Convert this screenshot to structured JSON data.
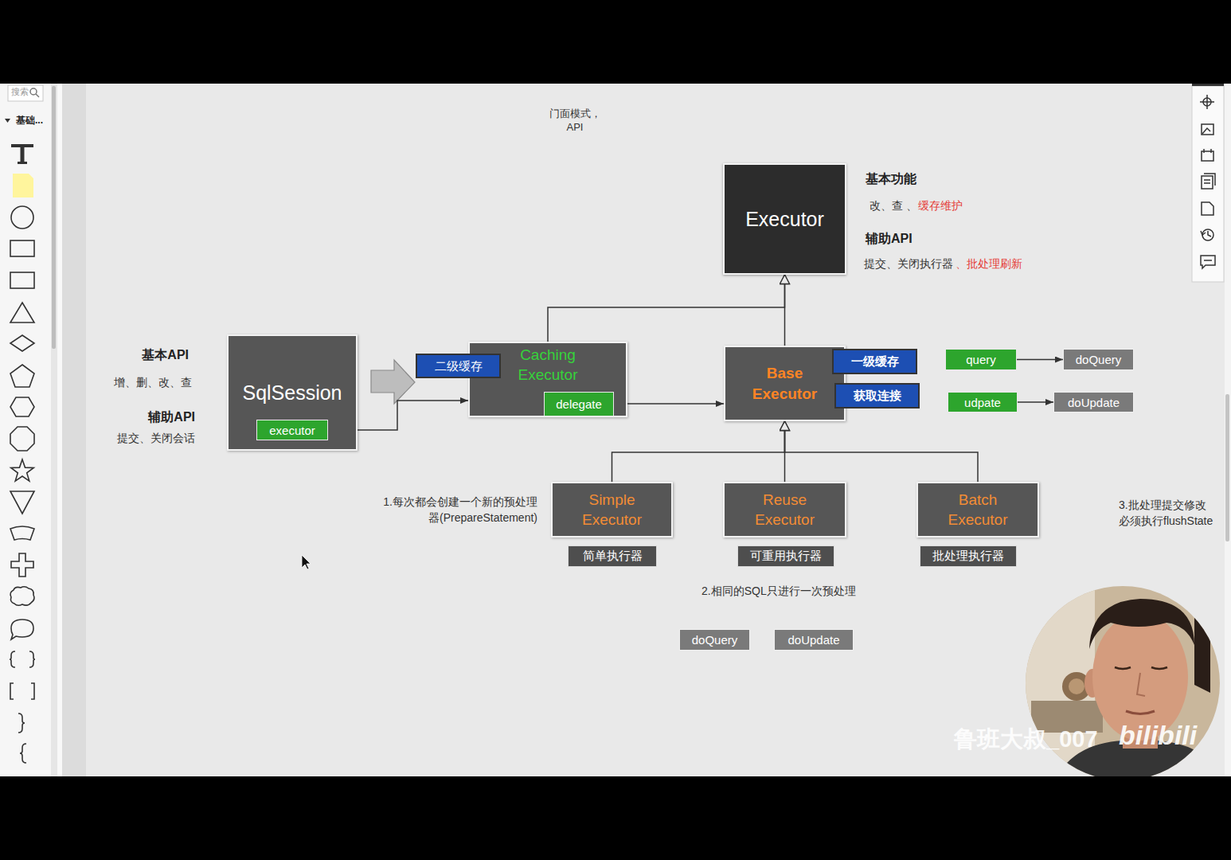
{
  "diagram": {
    "nodes": [
      {
        "text": [
          "Executor"
        ]
      },
      {
        "text": [
          "SqlSession"
        ]
      },
      {
        "text": [
          "executor"
        ],
        "in": 1
      },
      {
        "text": [
          "Caching Executor"
        ]
      },
      {
        "text": [
          "二级缓存"
        ],
        "in": 3
      },
      {
        "text": [
          "delegate"
        ],
        "in": 3
      },
      {
        "text": [
          "Base Executor"
        ]
      },
      {
        "text": [
          "一级缓存"
        ],
        "in": 6
      },
      {
        "text": [
          "获取连接"
        ],
        "in": 6
      },
      {
        "text": [
          "query"
        ]
      },
      {
        "text": [
          "doQuery"
        ]
      },
      {
        "text": [
          "udpate"
        ]
      },
      {
        "text": [
          "doUpdate"
        ]
      },
      {
        "text": [
          "Simple Executor"
        ]
      },
      {
        "text": [
          "简单执行器"
        ]
      },
      {
        "text": [
          "Reuse Executor"
        ]
      },
      {
        "text": [
          "可重用执行器"
        ]
      },
      {
        "text": [
          "Batch Executor"
        ]
      },
      {
        "text": [
          "批处理执行器"
        ]
      },
      {
        "text": [
          "doQuery"
        ]
      },
      {
        "text": [
          "doUpdate"
        ]
      }
    ],
    "edges": [
      {
        "from": 2,
        "to": 3,
        "arrow": "to"
      },
      {
        "from": 5,
        "to": 6,
        "arrow": "to"
      },
      {
        "from": 3,
        "to": 0,
        "arrow": "to"
      },
      {
        "from": 6,
        "to": 0,
        "arrow": "to"
      },
      {
        "from": 13,
        "to": 6,
        "arrow": "to"
      },
      {
        "from": 15,
        "to": 6,
        "arrow": "to"
      },
      {
        "from": 17,
        "to": 6,
        "arrow": "to"
      },
      {
        "from": 9,
        "to": 10,
        "arrow": "to"
      },
      {
        "from": 11,
        "to": 12,
        "arrow": "to"
      }
    ],
    "labels": [
      "门面模式， API",
      "基本功能",
      "改、查 、",
      "缓存维护",
      "辅助API",
      "提交、关闭执行器",
      "、批处理刷新",
      "基本API",
      "增、删、改、查",
      "辅助API",
      "提交、关闭会话",
      "1.每次都会创建一个新的预处理器(PrepareStatement)",
      "2.相同的SQL只进行一次预处理",
      "3.批处理提交修改 必须执行flushState",
      "搜索",
      "基础...",
      "鲁班大叔_007",
      "bilibili"
    ]
  }
}
